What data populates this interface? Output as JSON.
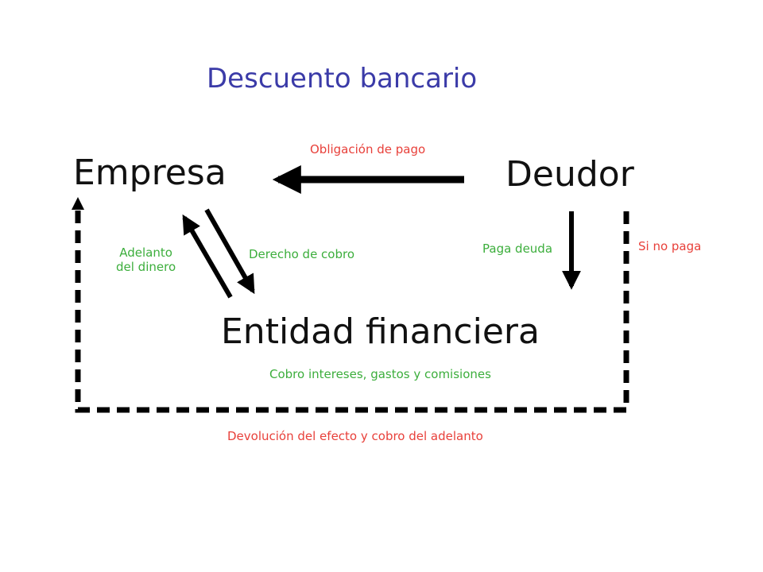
{
  "title": "Descuento bancario",
  "nodes": {
    "empresa": "Empresa",
    "deudor": "Deudor",
    "entidad": "Entidad financiera"
  },
  "edges": {
    "obligacion_pago": "Obligación de pago",
    "adelanto_dinero": "Adelanto\ndel dinero",
    "derecho_cobro": "Derecho de cobro",
    "paga_deuda": "Paga deuda",
    "si_no_paga": "Si no paga",
    "cobro_intereses": "Cobro intereses, gastos y comisiones",
    "devolucion": "Devolución del efecto y cobro del adelanto"
  },
  "colors": {
    "title": "#3b3ba8",
    "node_text": "#111111",
    "label_red": "#e8403a",
    "label_green": "#3cae3c",
    "arrow": "#000000"
  }
}
